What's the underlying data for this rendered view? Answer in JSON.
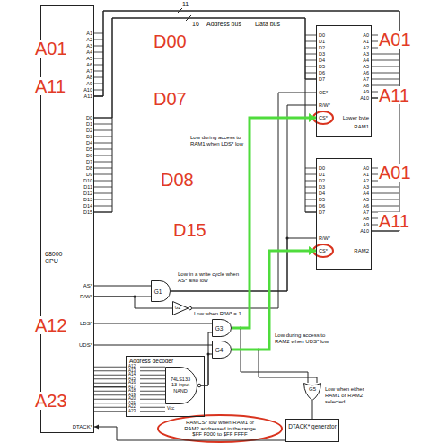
{
  "diagram": {
    "nodes": [
      {
        "text": [
          "68000 CPU"
        ]
      },
      {
        "text": [
          "Lower byte",
          "RAM1"
        ]
      },
      {
        "text": [
          "RAM2"
        ]
      },
      {
        "text": [
          "G1"
        ]
      },
      {
        "text": [
          "G2"
        ]
      },
      {
        "text": [
          "Address decoder"
        ]
      },
      {
        "text": [
          "74LS133 13-input NAND"
        ],
        "in": 5
      },
      {
        "text": [
          "G3"
        ]
      },
      {
        "text": [
          "G4"
        ]
      },
      {
        "text": [
          "G5"
        ]
      },
      {
        "text": [
          "DTACK* generator"
        ]
      }
    ],
    "edges": [
      {
        "from": 0,
        "to": 1,
        "arrow": "none"
      },
      {
        "from": 0,
        "to": 2,
        "arrow": "none"
      },
      {
        "from": 0,
        "to": 1,
        "arrow": "none"
      },
      {
        "from": 0,
        "to": 2,
        "arrow": "none"
      },
      {
        "from": 0,
        "to": 3,
        "arrow": "none"
      },
      {
        "from": 0,
        "to": 3,
        "arrow": "none"
      },
      {
        "from": 0,
        "to": 4,
        "arrow": "none"
      },
      {
        "from": 3,
        "to": 1,
        "arrow": "none"
      },
      {
        "from": 3,
        "to": 2,
        "arrow": "none"
      },
      {
        "from": 4,
        "to": 1,
        "arrow": "none"
      },
      {
        "from": 0,
        "to": 7,
        "arrow": "none"
      },
      {
        "from": 0,
        "to": 8,
        "arrow": "none"
      },
      {
        "from": 0,
        "to": 5,
        "arrow": "none"
      },
      {
        "from": 6,
        "to": 7,
        "arrow": "none"
      },
      {
        "from": 6,
        "to": 8,
        "arrow": "none"
      },
      {
        "from": 7,
        "to": 1,
        "arrow": "to"
      },
      {
        "from": 8,
        "to": 2,
        "arrow": "to"
      },
      {
        "from": 7,
        "to": 9,
        "arrow": "none"
      },
      {
        "from": 8,
        "to": 9,
        "arrow": "none"
      },
      {
        "from": 9,
        "to": 10,
        "arrow": "none"
      },
      {
        "from": 10,
        "to": 0,
        "arrow": "to"
      }
    ],
    "labels": [
      "A01",
      "A11",
      "D00",
      "D07",
      "A01",
      "A11",
      "D08",
      "D15",
      "A01",
      "A11",
      "A12",
      "A23",
      "11",
      "16",
      "Address bus",
      "Data bus",
      "Low during access to RAM1 when LDS* low",
      "Low in a write cycle when AS* also low",
      "Low when R/W* = 1",
      "Low during access to RAM2 when UDS* low",
      "RAMCS* low when RAM1 or RAM2 addressed in the range $FF F000 to $FF FFFF",
      "Low when either RAM1 or RAM2 selected",
      "A1",
      "A2",
      "A3",
      "A4",
      "A5",
      "A6",
      "A7",
      "A8",
      "A9",
      "A10",
      "A11",
      "D0",
      "D1",
      "D2",
      "D3",
      "D4",
      "D5",
      "D6",
      "D7",
      "D8",
      "D9",
      "D10",
      "D11",
      "D12",
      "D13",
      "D14",
      "D15",
      "AS*",
      "R/W*",
      "LDS*",
      "UDS*",
      "DTACK*",
      "D0",
      "D1",
      "D2",
      "D3",
      "D4",
      "D5",
      "D6",
      "D7",
      "A0",
      "A1",
      "A2",
      "A3",
      "A4",
      "A5",
      "A6",
      "A7",
      "A8",
      "A9",
      "A10",
      "OE*",
      "R/W*",
      "CS*",
      "D0",
      "D1",
      "D2",
      "D3",
      "D4",
      "D5",
      "D6",
      "D7",
      "A0",
      "A1",
      "A2",
      "A3",
      "A4",
      "A5",
      "A6",
      "A7",
      "A8",
      "A9",
      "A10",
      "R/W*",
      "CS*",
      "A12",
      "A13",
      "A14",
      "A15",
      "A16",
      "A17",
      "A18",
      "A19",
      "A20",
      "A21",
      "A22",
      "A23",
      "Vcc"
    ]
  }
}
